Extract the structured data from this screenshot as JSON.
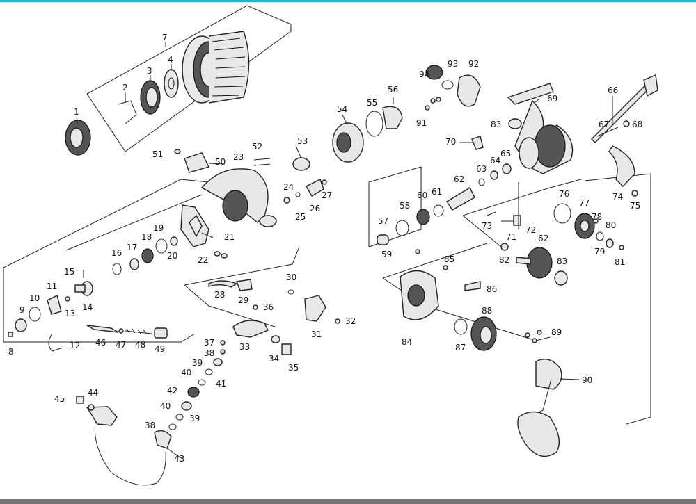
{
  "colors": {
    "top_rule": "#1fb3c7",
    "bottom_rule": "#777777"
  },
  "labels": [
    {
      "id": "p1",
      "text": "1"
    },
    {
      "id": "p2",
      "text": "2"
    },
    {
      "id": "p3",
      "text": "3"
    },
    {
      "id": "p4",
      "text": "4"
    },
    {
      "id": "p7",
      "text": "7"
    },
    {
      "id": "p8",
      "text": "8"
    },
    {
      "id": "p9",
      "text": "9"
    },
    {
      "id": "p10",
      "text": "10"
    },
    {
      "id": "p11",
      "text": "11"
    },
    {
      "id": "p12",
      "text": "12"
    },
    {
      "id": "p13",
      "text": "13"
    },
    {
      "id": "p14",
      "text": "14"
    },
    {
      "id": "p15",
      "text": "15"
    },
    {
      "id": "p16",
      "text": "16"
    },
    {
      "id": "p17",
      "text": "17"
    },
    {
      "id": "p18",
      "text": "18"
    },
    {
      "id": "p19",
      "text": "19"
    },
    {
      "id": "p20",
      "text": "20"
    },
    {
      "id": "p21",
      "text": "21"
    },
    {
      "id": "p22",
      "text": "22"
    },
    {
      "id": "p23",
      "text": "23"
    },
    {
      "id": "p24",
      "text": "24"
    },
    {
      "id": "p25",
      "text": "25"
    },
    {
      "id": "p26",
      "text": "26"
    },
    {
      "id": "p27",
      "text": "27"
    },
    {
      "id": "p28",
      "text": "28"
    },
    {
      "id": "p29",
      "text": "29"
    },
    {
      "id": "p30",
      "text": "30"
    },
    {
      "id": "p31",
      "text": "31"
    },
    {
      "id": "p32",
      "text": "32"
    },
    {
      "id": "p33",
      "text": "33"
    },
    {
      "id": "p34",
      "text": "34"
    },
    {
      "id": "p35",
      "text": "35"
    },
    {
      "id": "p36",
      "text": "36"
    },
    {
      "id": "p37",
      "text": "37"
    },
    {
      "id": "p38a",
      "text": "38"
    },
    {
      "id": "p39a",
      "text": "39"
    },
    {
      "id": "p40a",
      "text": "40"
    },
    {
      "id": "p41",
      "text": "41"
    },
    {
      "id": "p42",
      "text": "42"
    },
    {
      "id": "p40b",
      "text": "40"
    },
    {
      "id": "p39b",
      "text": "39"
    },
    {
      "id": "p38b",
      "text": "38"
    },
    {
      "id": "p43",
      "text": "43"
    },
    {
      "id": "p44",
      "text": "44"
    },
    {
      "id": "p45",
      "text": "45"
    },
    {
      "id": "p46",
      "text": "46"
    },
    {
      "id": "p47",
      "text": "47"
    },
    {
      "id": "p48",
      "text": "48"
    },
    {
      "id": "p49",
      "text": "49"
    },
    {
      "id": "p50",
      "text": "50"
    },
    {
      "id": "p51",
      "text": "51"
    },
    {
      "id": "p52",
      "text": "52"
    },
    {
      "id": "p53",
      "text": "53"
    },
    {
      "id": "p54",
      "text": "54"
    },
    {
      "id": "p55",
      "text": "55"
    },
    {
      "id": "p56",
      "text": "56"
    },
    {
      "id": "p57",
      "text": "57"
    },
    {
      "id": "p58",
      "text": "58"
    },
    {
      "id": "p59",
      "text": "59"
    },
    {
      "id": "p60",
      "text": "60"
    },
    {
      "id": "p61",
      "text": "61"
    },
    {
      "id": "p62a",
      "text": "62"
    },
    {
      "id": "p63",
      "text": "63"
    },
    {
      "id": "p64",
      "text": "64"
    },
    {
      "id": "p65",
      "text": "65"
    },
    {
      "id": "p66",
      "text": "66"
    },
    {
      "id": "p67",
      "text": "67"
    },
    {
      "id": "p68",
      "text": "68"
    },
    {
      "id": "p69",
      "text": "69"
    },
    {
      "id": "p70",
      "text": "70"
    },
    {
      "id": "p71",
      "text": "71"
    },
    {
      "id": "p72",
      "text": "72"
    },
    {
      "id": "p73",
      "text": "73"
    },
    {
      "id": "p74",
      "text": "74"
    },
    {
      "id": "p75",
      "text": "75"
    },
    {
      "id": "p76",
      "text": "76"
    },
    {
      "id": "p77",
      "text": "77"
    },
    {
      "id": "p78",
      "text": "78"
    },
    {
      "id": "p79",
      "text": "79"
    },
    {
      "id": "p80",
      "text": "80"
    },
    {
      "id": "p81",
      "text": "81"
    },
    {
      "id": "p82",
      "text": "82"
    },
    {
      "id": "p62b",
      "text": "62"
    },
    {
      "id": "p83a",
      "text": "83"
    },
    {
      "id": "p83b",
      "text": "83"
    },
    {
      "id": "p84",
      "text": "84"
    },
    {
      "id": "p85",
      "text": "85"
    },
    {
      "id": "p86",
      "text": "86"
    },
    {
      "id": "p87",
      "text": "87"
    },
    {
      "id": "p88",
      "text": "88"
    },
    {
      "id": "p89",
      "text": "89"
    },
    {
      "id": "p90",
      "text": "90"
    },
    {
      "id": "p91",
      "text": "91"
    },
    {
      "id": "p92",
      "text": "92"
    },
    {
      "id": "p93",
      "text": "93"
    },
    {
      "id": "p94",
      "text": "94"
    }
  ]
}
